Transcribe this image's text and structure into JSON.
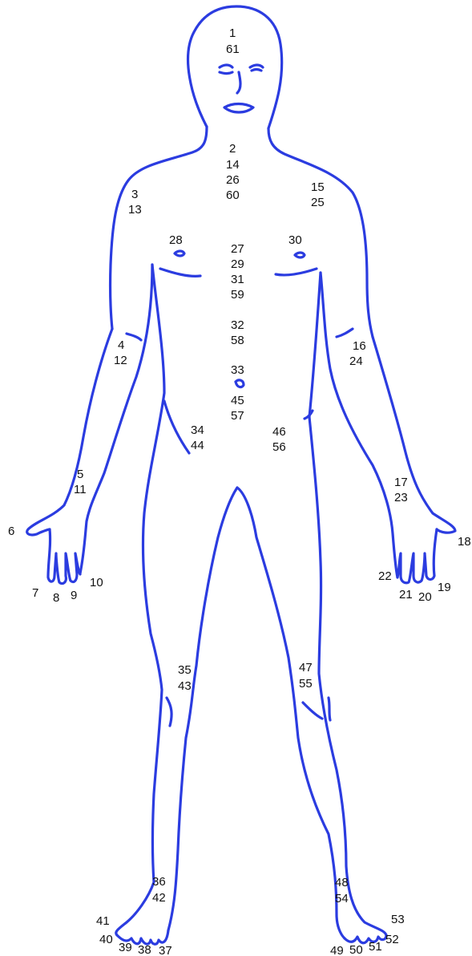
{
  "colors": {
    "outline": "#2b3ce0",
    "label_text": "#111111",
    "background": "#ffffff"
  },
  "labels": [
    {
      "id": "face",
      "lines": [
        "1",
        "61"
      ]
    },
    {
      "id": "neck",
      "lines": [
        "2",
        "14",
        "26",
        "60"
      ]
    },
    {
      "id": "right-shoulder",
      "lines": [
        "3",
        "13"
      ]
    },
    {
      "id": "left-shoulder",
      "lines": [
        "15",
        "25"
      ]
    },
    {
      "id": "right-nipple",
      "lines": [
        "28"
      ]
    },
    {
      "id": "left-nipple",
      "lines": [
        "30"
      ]
    },
    {
      "id": "sternum",
      "lines": [
        "27",
        "29",
        "31",
        "59"
      ]
    },
    {
      "id": "epigastrium",
      "lines": [
        "32",
        "58"
      ]
    },
    {
      "id": "navel",
      "lines": [
        "33"
      ]
    },
    {
      "id": "lower-abdomen",
      "lines": [
        "45",
        "57"
      ]
    },
    {
      "id": "right-elbow",
      "lines": [
        "4",
        "12"
      ]
    },
    {
      "id": "left-elbow",
      "lines": [
        "16",
        "24"
      ]
    },
    {
      "id": "right-groin",
      "lines": [
        "34",
        "44"
      ]
    },
    {
      "id": "left-groin",
      "lines": [
        "46",
        "56"
      ]
    },
    {
      "id": "right-wrist",
      "lines": [
        "5",
        "11"
      ]
    },
    {
      "id": "left-wrist",
      "lines": [
        "17",
        "23"
      ]
    },
    {
      "id": "right-thumb",
      "lines": [
        "6"
      ]
    },
    {
      "id": "right-finger-7",
      "lines": [
        "7"
      ]
    },
    {
      "id": "right-finger-8",
      "lines": [
        "8"
      ]
    },
    {
      "id": "right-finger-9",
      "lines": [
        "9"
      ]
    },
    {
      "id": "right-finger-10",
      "lines": [
        "10"
      ]
    },
    {
      "id": "left-thumb",
      "lines": [
        "18"
      ]
    },
    {
      "id": "left-finger-19",
      "lines": [
        "19"
      ]
    },
    {
      "id": "left-finger-20",
      "lines": [
        "20"
      ]
    },
    {
      "id": "left-finger-21",
      "lines": [
        "21"
      ]
    },
    {
      "id": "left-finger-22",
      "lines": [
        "22"
      ]
    },
    {
      "id": "right-knee",
      "lines": [
        "35",
        "43"
      ]
    },
    {
      "id": "left-knee",
      "lines": [
        "47",
        "55"
      ]
    },
    {
      "id": "right-ankle",
      "lines": [
        "36",
        "42"
      ]
    },
    {
      "id": "left-ankle",
      "lines": [
        "48",
        "54"
      ]
    },
    {
      "id": "right-toe-37",
      "lines": [
        "37"
      ]
    },
    {
      "id": "right-toe-38",
      "lines": [
        "38"
      ]
    },
    {
      "id": "right-toe-39",
      "lines": [
        "39"
      ]
    },
    {
      "id": "right-toe-40",
      "lines": [
        "40"
      ]
    },
    {
      "id": "right-toe-41",
      "lines": [
        "41"
      ]
    },
    {
      "id": "left-toe-49",
      "lines": [
        "49"
      ]
    },
    {
      "id": "left-toe-50",
      "lines": [
        "50"
      ]
    },
    {
      "id": "left-toe-51",
      "lines": [
        "51"
      ]
    },
    {
      "id": "left-toe-52",
      "lines": [
        "52"
      ]
    },
    {
      "id": "left-toe-53",
      "lines": [
        "53"
      ]
    }
  ]
}
